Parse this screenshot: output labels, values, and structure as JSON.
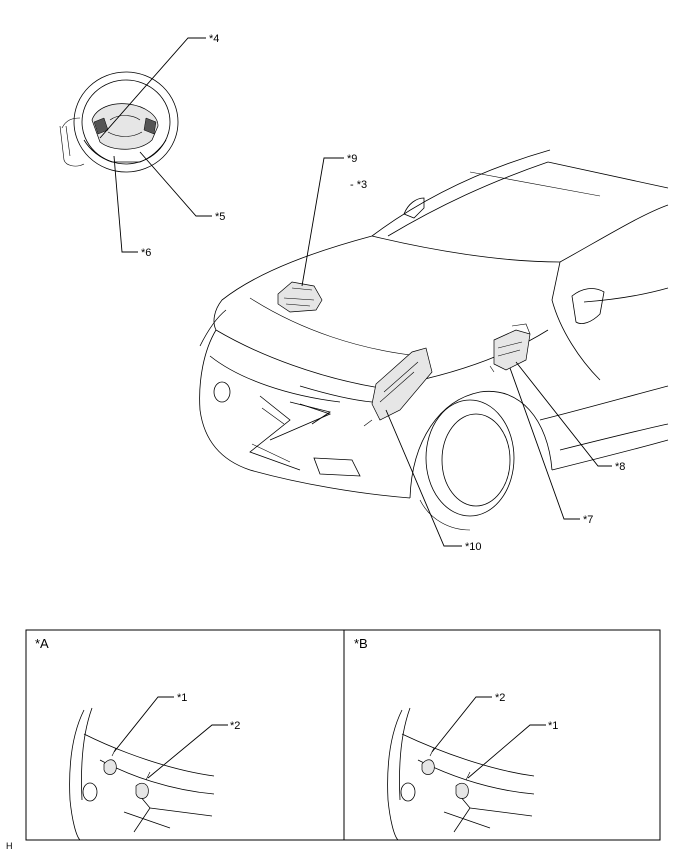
{
  "callouts": {
    "c4": "*4",
    "c9": "*9",
    "c3": "- *3",
    "c5": "*5",
    "c6": "*6",
    "c8": "*8",
    "c7": "*7",
    "c10": "*10"
  },
  "panels": {
    "a": {
      "title": "*A",
      "label1": "*1",
      "label2": "*2"
    },
    "b": {
      "title": "*B",
      "label1": "*2",
      "label2": "*1"
    }
  },
  "corner_mark": "H"
}
